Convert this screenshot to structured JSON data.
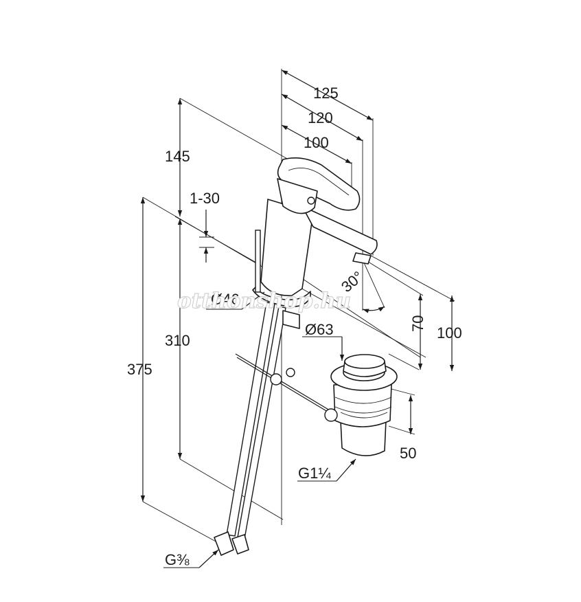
{
  "drawing": {
    "watermark": "otthonshop.hu",
    "dimensions": {
      "d125": "125",
      "d120": "120",
      "d100_top": "100",
      "d145": "145",
      "d1_30": "1-30",
      "d310": "310",
      "d375": "375",
      "d46": "Ø46",
      "d30deg": "30°",
      "d70": "70",
      "d100_right": "100",
      "d63": "Ø63",
      "d50": "50",
      "g114": "G1¼",
      "g38": "G⅜"
    }
  }
}
